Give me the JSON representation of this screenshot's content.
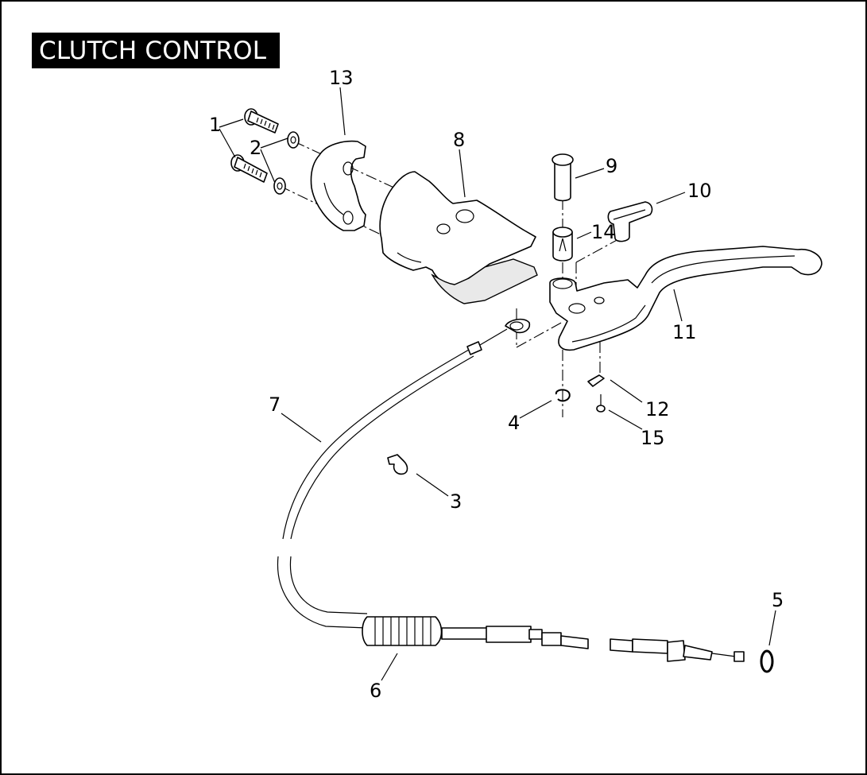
{
  "title": "CLUTCH CONTROL",
  "callouts": {
    "c1": "1",
    "c2": "2",
    "c3": "3",
    "c4": "4",
    "c5": "5",
    "c6": "6",
    "c7": "7",
    "c8": "8",
    "c9": "9",
    "c10": "10",
    "c11": "11",
    "c12": "12",
    "c13": "13",
    "c14": "14",
    "c15": "15"
  }
}
